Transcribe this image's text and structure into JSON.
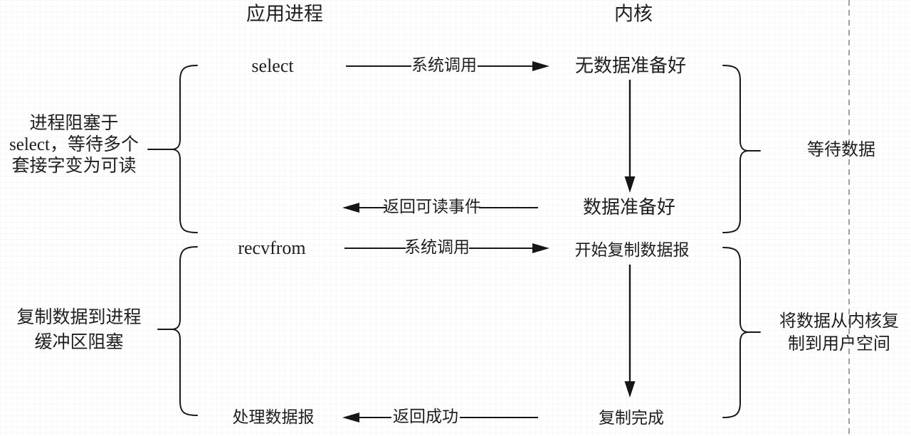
{
  "headers": {
    "app": "应用进程",
    "kernel": "内核"
  },
  "app_column": {
    "select": "select",
    "recvfrom": "recvfrom",
    "process_datagram": "处理数据报"
  },
  "kernel_column": {
    "no_data_ready": "无数据准备好",
    "data_ready": "数据准备好",
    "start_copy": "开始复制数据报",
    "copy_complete": "复制完成"
  },
  "arrows": {
    "syscall_select": "系统调用",
    "return_readable": "返回可读事件",
    "syscall_recvfrom": "系统调用",
    "return_success": "返回成功"
  },
  "annotations": {
    "block_select": {
      "line1": "进程阻塞于",
      "line2": "select，等待多个",
      "line3": "套接字变为可读"
    },
    "block_copy": {
      "line1": "复制数据到进程",
      "line2": "缓冲区阻塞"
    },
    "wait_data": "等待数据",
    "kernel_copy": {
      "line1": "将数据从内核复",
      "line2": "制到用户空间"
    }
  },
  "colors": {
    "text": "#1e1e1e",
    "line": "#161616",
    "dashed_line": "#a0a0a5",
    "grid_major": "#ececef",
    "grid_minor": "#f7f7f9"
  }
}
